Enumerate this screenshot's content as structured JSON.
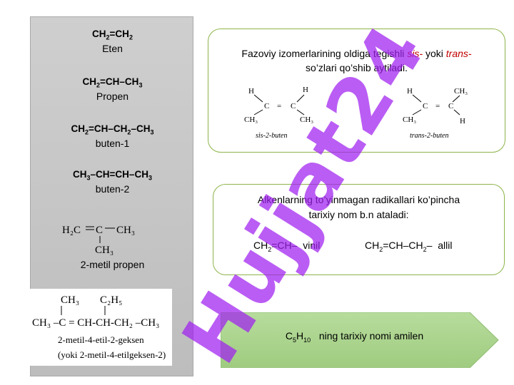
{
  "left": {
    "compounds": [
      {
        "formula_parts": [
          "CH",
          "2",
          "=CH",
          "2",
          ""
        ],
        "name": "Eten"
      },
      {
        "formula_parts": [
          "CH",
          "2",
          "=CH–CH",
          "3",
          ""
        ],
        "name": "Propen"
      },
      {
        "formula_parts": [
          "CH",
          "2",
          "=CH–CH",
          "2",
          "–CH",
          "3"
        ],
        "name": "buten-1"
      },
      {
        "formula_parts": [
          "CH",
          "3",
          "–CH=CH–CH",
          "3",
          ""
        ],
        "name": "buten-2"
      }
    ],
    "methylpropene": {
      "h2c": "H₂C",
      "c": "C",
      "ch3_right": "CH₃",
      "ch3_down": "CH₃",
      "name": "2-metil propen"
    },
    "hexene": {
      "top_left": "CH₃",
      "top_right": "C₂H₅",
      "chain": "CH₃ –C = CH-CH-CH₂ –CH₃",
      "name1": "2-metil-4-etil-2-geksen",
      "name2": "(yoki 2-metil-4-etilgeksen-2)"
    }
  },
  "box1": {
    "line1_pre": "Fazoviy izomerlarining oldiga tegishli ",
    "sis": "sis-",
    "line1_mid": " yoki ",
    "trans": "trans-",
    "line2": "so’zlari qo’shib aytiladi.",
    "cis_label": "sis-2-buten",
    "trans_label": "trans-2-buten",
    "atoms": {
      "h": "H",
      "c": "C",
      "ch3": "CH₃",
      "eq": "="
    }
  },
  "box2": {
    "line1": "Alkenlarning to’yinmagan radikallari ko’pincha",
    "line2": "tarixiy nom b.n ataladi:",
    "vinyl_formula_parts": [
      "CH",
      "2",
      "=CH–"
    ],
    "vinyl_name": "vinil",
    "allyl_formula_parts": [
      "CH",
      "2",
      "=CH–CH",
      "2",
      "–"
    ],
    "allyl_name": "allil"
  },
  "arrow": {
    "formula_parts": [
      "C",
      "5",
      "H",
      "10"
    ],
    "text": "ning tarixiy nomi amilen",
    "color": "#a9d18e"
  },
  "watermark": "Hujjat24",
  "colors": {
    "panel": "#c8c8c8",
    "border": "#8db44a",
    "accent_red": "#c00000",
    "watermark": "#a020f0"
  }
}
